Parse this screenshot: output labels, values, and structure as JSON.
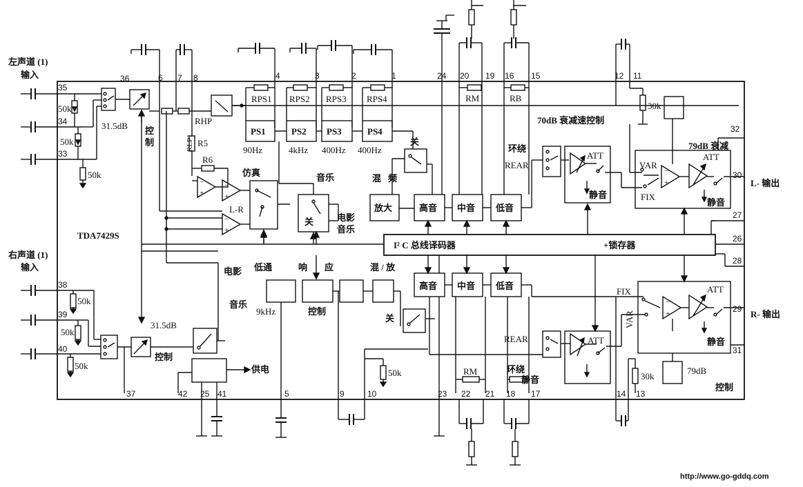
{
  "inputs": {
    "left_title": "左声道 (1)",
    "left_sub": "输入",
    "right_title": "右声道 (1)",
    "right_sub": "输入"
  },
  "outputs": {
    "left": "L- 输出",
    "right": "R- 输出"
  },
  "chip_name": "TDA7429S",
  "labels": {
    "db315_top": "31.5dB",
    "db315_bot": "31.5dB",
    "control_v1": "控",
    "control_v2": "制",
    "control_bot": "控制",
    "rhp": "RHP",
    "rlp1": "RLP1",
    "r5": "R5",
    "r6": "R6",
    "fangzhen": "仿真",
    "lr": "L-R",
    "music": "音乐",
    "guan_mid": "关",
    "movie_music_1": "电影",
    "movie_music_2": "音乐",
    "movie_left_1": "电影",
    "movie_left_2": "音乐",
    "mix_1": "混",
    "mix_2": "频",
    "amp": "放大",
    "guan_top": "关",
    "guan_bot": "关",
    "lowpass_1": "低通",
    "lowpass_2": "9kHz",
    "resp_1": "响",
    "resp_2": "应",
    "resp_ctrl": "控制",
    "mix_amp": "混 / 放",
    "i2c": "I² C 总线译码器",
    "latch": "+锁存器",
    "att70": "70dB 衰减速控制",
    "att79": "79dB 衰减",
    "surround_top": "环绕",
    "rear_top": "REAR",
    "rear_bot": "REAR",
    "surround_bot": "环绕",
    "att": "ATT",
    "att_r": "ATT",
    "att_r2": "ATT",
    "att_l2": "ATT",
    "mute_top": "静音",
    "mute_l": "静音",
    "mute_r": "静音",
    "mute_bot": "静音",
    "var_l": "VAR",
    "fix_l": "FIX",
    "var_r": "VAR",
    "fix_r": "FIX",
    "r30k_top": "30k",
    "r30k_bot": "30k",
    "db79_bot": "79dB",
    "control_br": "控制",
    "power": "供电",
    "r50k_1": "50k",
    "r50k_2": "50k",
    "r50k_3": "50k",
    "r50k_4": "50k",
    "r50k_5": "50k",
    "r50k_6": "50k",
    "r50k_7": "50k",
    "rm_top": "RM",
    "rb_top": "RB",
    "rm_bot": "RM",
    "hz90": "90Hz",
    "khz4": "4kHz",
    "hz400a": "400Hz",
    "hz400b": "400Hz",
    "url": "http://www.go-gddq.com"
  },
  "phase_blocks": [
    "PS1",
    "PS2",
    "PS3",
    "PS4"
  ],
  "phase_resistors": [
    "RPS1",
    "RPS2",
    "RPS3",
    "RPS4"
  ],
  "tone_top": [
    "高音",
    "中音",
    "低音"
  ],
  "tone_bot": [
    "高音",
    "中音",
    "低音"
  ],
  "pins": {
    "p1": "1",
    "p2": "2",
    "p3": "3",
    "p4": "4",
    "p5": "5",
    "p6": "6",
    "p7": "7",
    "p8": "8",
    "p9": "9",
    "p10": "10",
    "p11": "11",
    "p12": "12",
    "p13": "13",
    "p14": "14",
    "p15": "15",
    "p16": "16",
    "p17": "17",
    "p18": "18",
    "p19": "19",
    "p20": "20",
    "p21": "21",
    "p22": "22",
    "p23": "23",
    "p24": "24",
    "p25": "25",
    "p26": "26",
    "p27": "27",
    "p28": "28",
    "p29": "29",
    "p30": "30",
    "p31": "31",
    "p32": "32",
    "p33": "33",
    "p34": "34",
    "p35": "35",
    "p36": "36",
    "p37": "37",
    "p38": "38",
    "p39": "39",
    "p40": "40",
    "p41": "41",
    "p42": "42"
  }
}
